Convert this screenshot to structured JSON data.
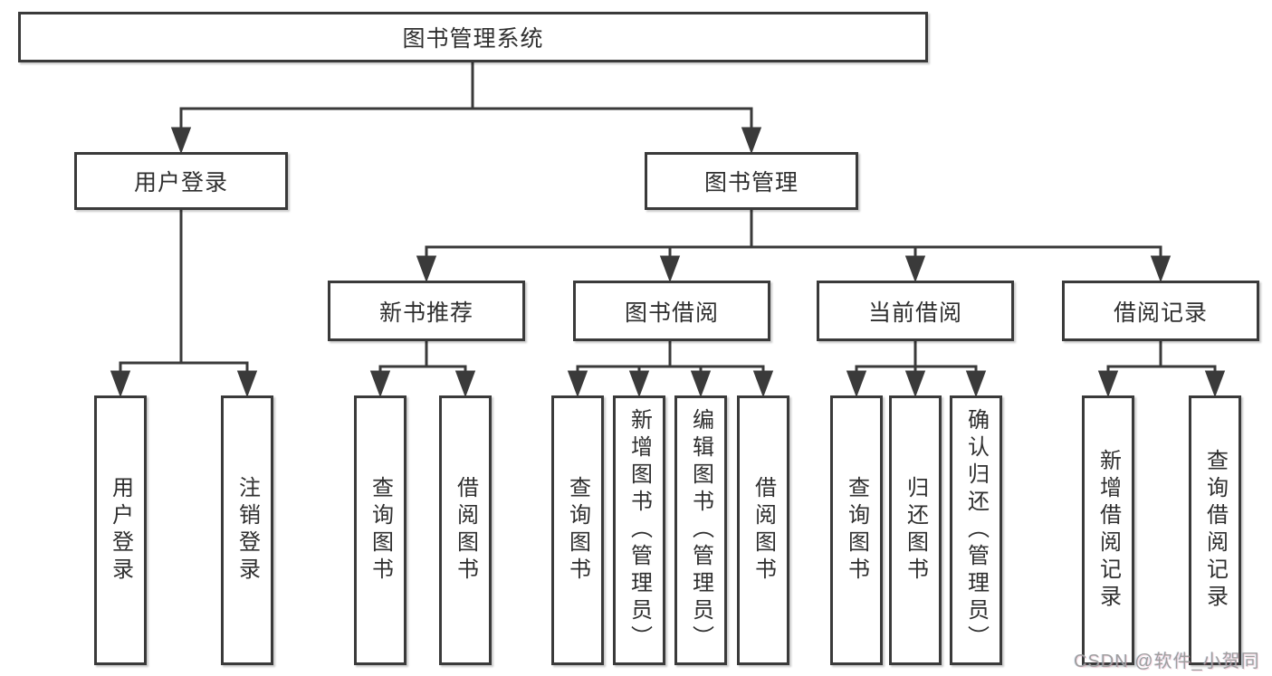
{
  "diagram_title": "图书管理系统",
  "tree": {
    "label": "图书管理系统",
    "children": [
      {
        "label": "用户登录",
        "children": [
          {
            "label": "用户登录"
          },
          {
            "label": "注销登录"
          }
        ]
      },
      {
        "label": "图书管理",
        "children": [
          {
            "label": "新书推荐",
            "children": [
              {
                "label": "查询图书"
              },
              {
                "label": "借阅图书"
              }
            ]
          },
          {
            "label": "图书借阅",
            "children": [
              {
                "label": "查询图书"
              },
              {
                "label": "新增图书（管理员）"
              },
              {
                "label": "编辑图书（管理员）"
              },
              {
                "label": "借阅图书"
              }
            ]
          },
          {
            "label": "当前借阅",
            "children": [
              {
                "label": "查询图书"
              },
              {
                "label": "归还图书"
              },
              {
                "label": "确认归还（管理员）"
              }
            ]
          },
          {
            "label": "借阅记录",
            "children": [
              {
                "label": "新增借阅记录"
              },
              {
                "label": "查询借阅记录"
              }
            ]
          }
        ]
      }
    ]
  },
  "watermark": "CSDN @软件_小贺同学",
  "colors": {
    "line": "#3a3a3a",
    "text": "#2f2f2f",
    "watermark": "#9e9e9e",
    "background": "#ffffff"
  }
}
